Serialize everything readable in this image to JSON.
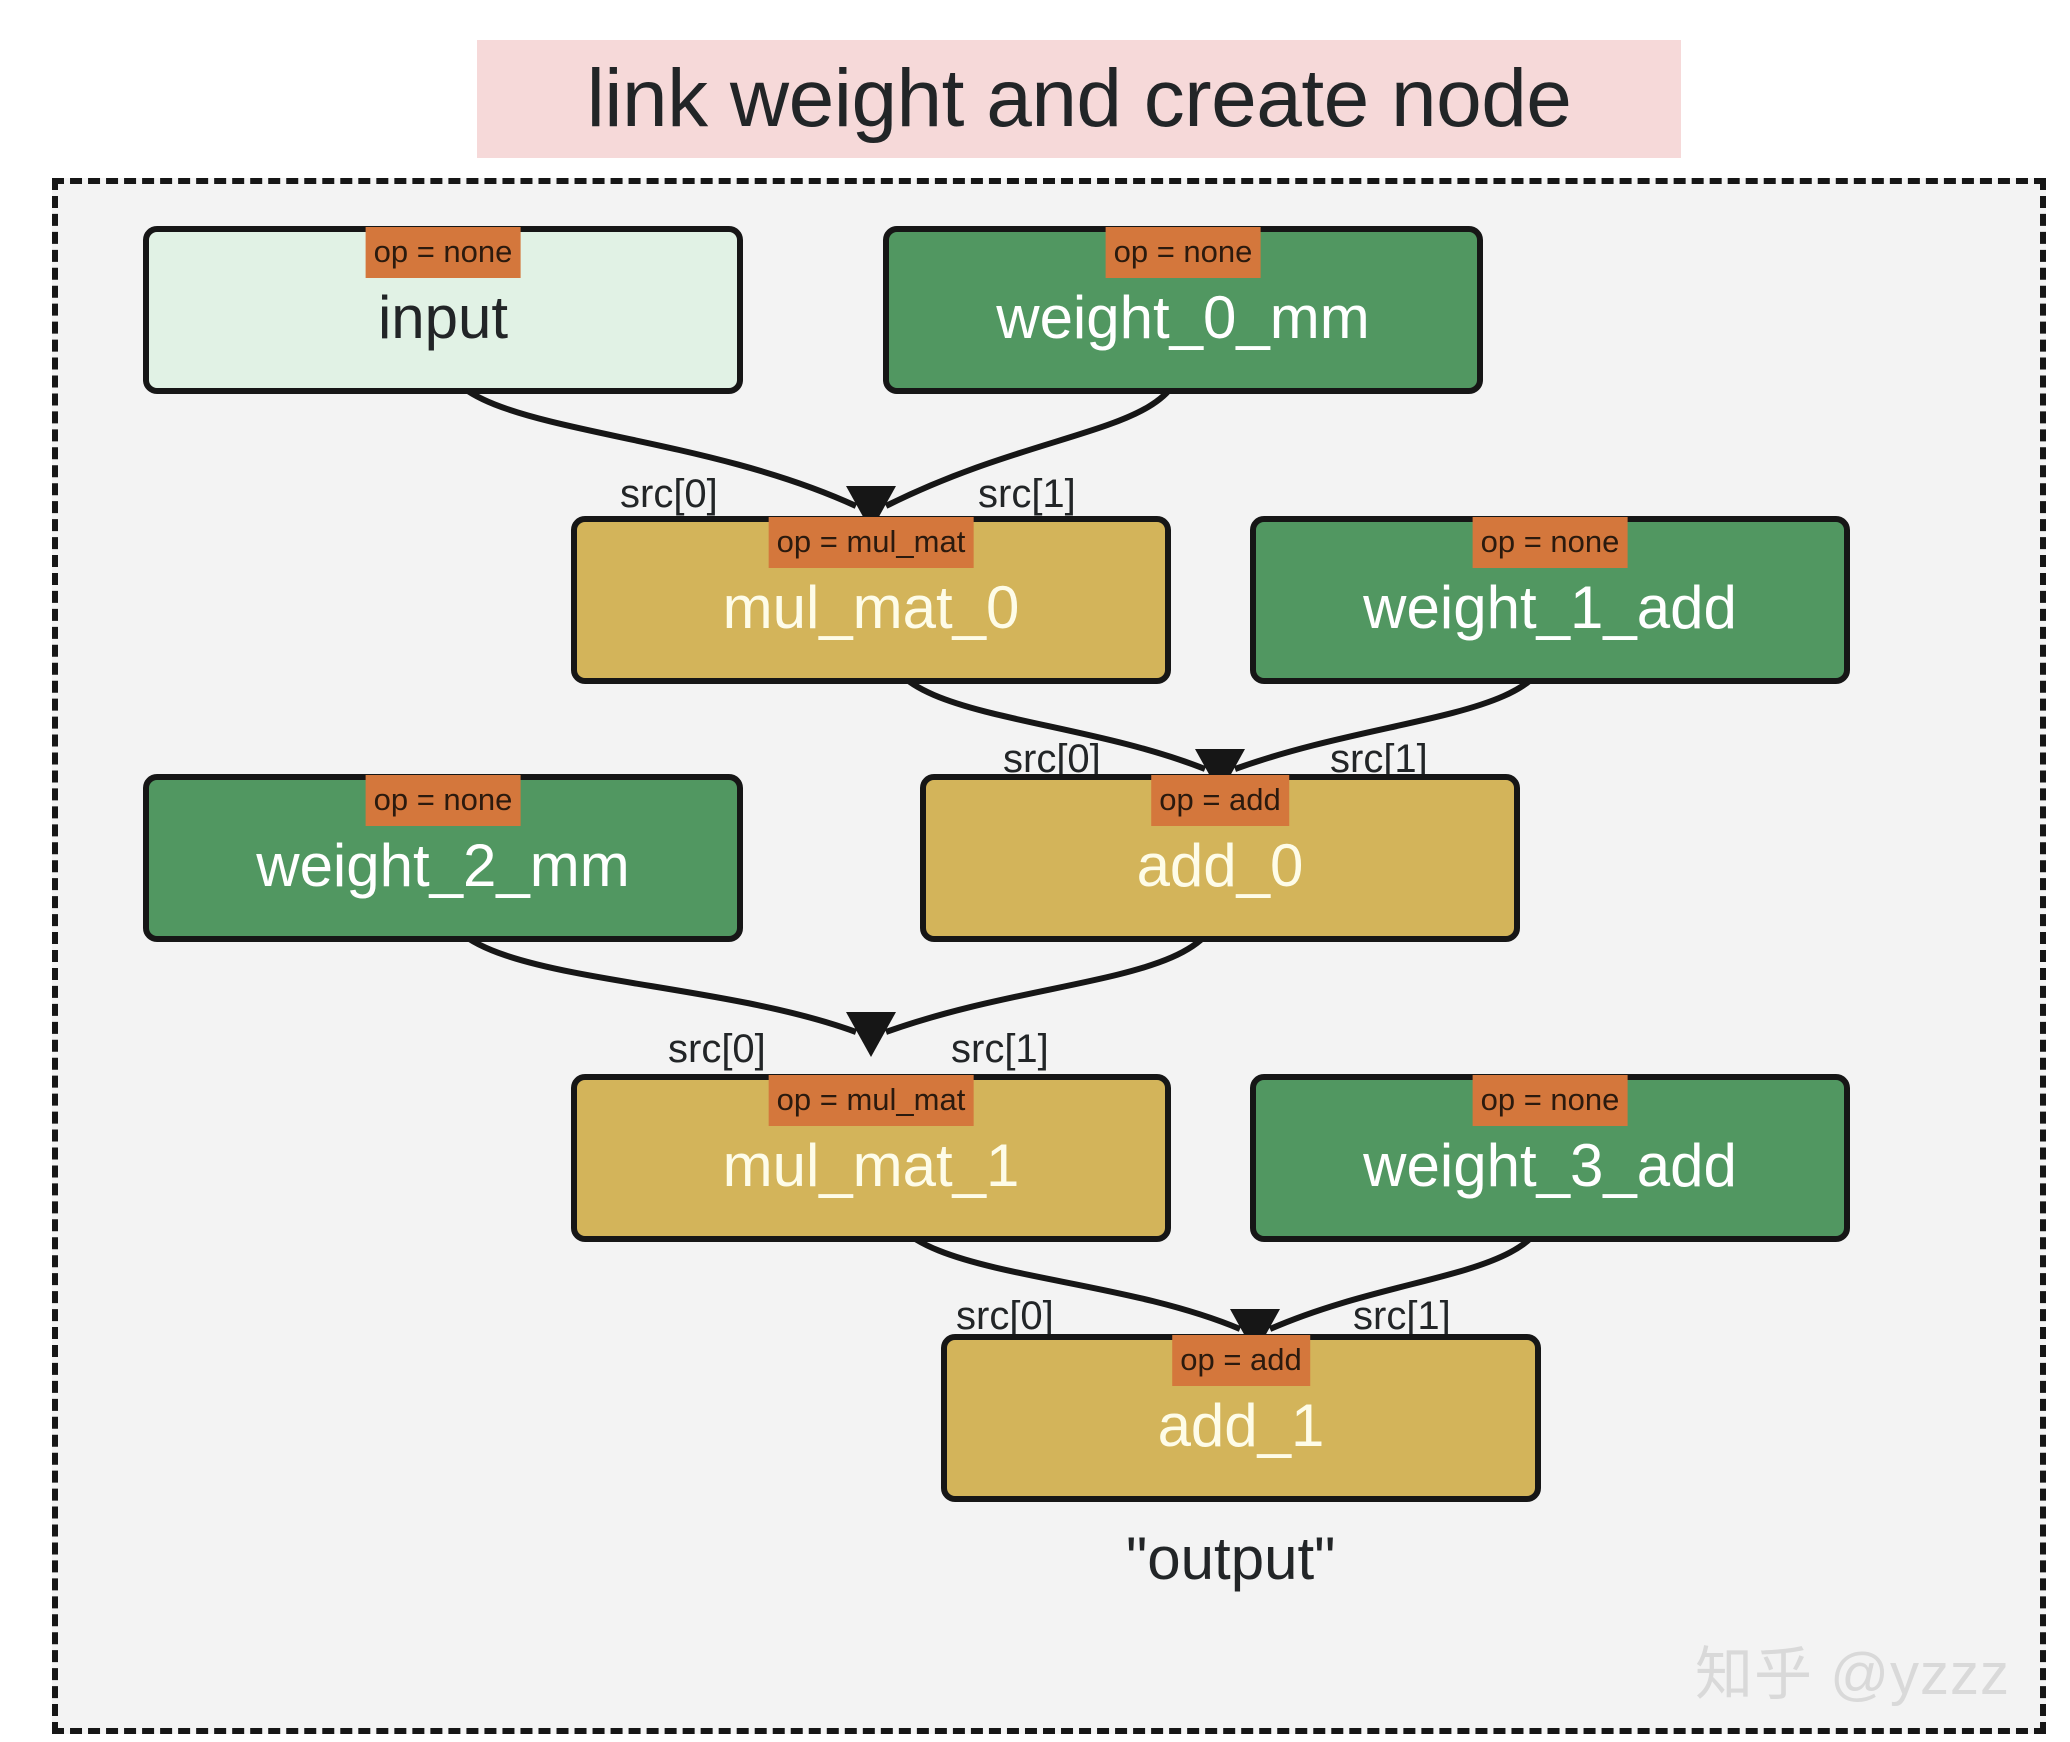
{
  "title": {
    "text": "link weight and create node",
    "band_color": "#f6d9d9",
    "text_color": "#222527"
  },
  "panel": {
    "background": "#f3f3f3",
    "border_style": "dashed",
    "border_color": "#161616"
  },
  "palette": {
    "input_fill": "#e1f2e5",
    "weight_fill": "#519761",
    "op_fill": "#d3b45a",
    "badge_fill": "#d4773c",
    "badge_text": "#2b1a0e",
    "stroke": "#161616"
  },
  "nodes": [
    {
      "id": "input",
      "label": "input",
      "op": "op = none",
      "kind": "input"
    },
    {
      "id": "weight_0_mm",
      "label": "weight_0_mm",
      "op": "op = none",
      "kind": "weight"
    },
    {
      "id": "mul_mat_0",
      "label": "mul_mat_0",
      "op": "op = mul_mat",
      "kind": "op"
    },
    {
      "id": "weight_1_add",
      "label": "weight_1_add",
      "op": "op = none",
      "kind": "weight"
    },
    {
      "id": "weight_2_mm",
      "label": "weight_2_mm",
      "op": "op = none",
      "kind": "weight"
    },
    {
      "id": "add_0",
      "label": "add_0",
      "op": "op = add",
      "kind": "op"
    },
    {
      "id": "mul_mat_1",
      "label": "mul_mat_1",
      "op": "op = mul_mat",
      "kind": "op"
    },
    {
      "id": "weight_3_add",
      "label": "weight_3_add",
      "op": "op = none",
      "kind": "weight"
    },
    {
      "id": "add_1",
      "label": "add_1",
      "op": "op = add",
      "kind": "op"
    }
  ],
  "edges": [
    {
      "from": "input",
      "to": "mul_mat_0",
      "label": "src[0]"
    },
    {
      "from": "weight_0_mm",
      "to": "mul_mat_0",
      "label": "src[1]"
    },
    {
      "from": "mul_mat_0",
      "to": "add_0",
      "label": "src[0]"
    },
    {
      "from": "weight_1_add",
      "to": "add_0",
      "label": "src[1]"
    },
    {
      "from": "weight_2_mm",
      "to": "mul_mat_1",
      "label": "src[0]"
    },
    {
      "from": "add_0",
      "to": "mul_mat_1",
      "label": "src[1]"
    },
    {
      "from": "mul_mat_1",
      "to": "add_1",
      "label": "src[0]"
    },
    {
      "from": "weight_3_add",
      "to": "add_1",
      "label": "src[1]"
    }
  ],
  "output_caption": "\"output\"",
  "watermark": "知乎 @yzzz"
}
